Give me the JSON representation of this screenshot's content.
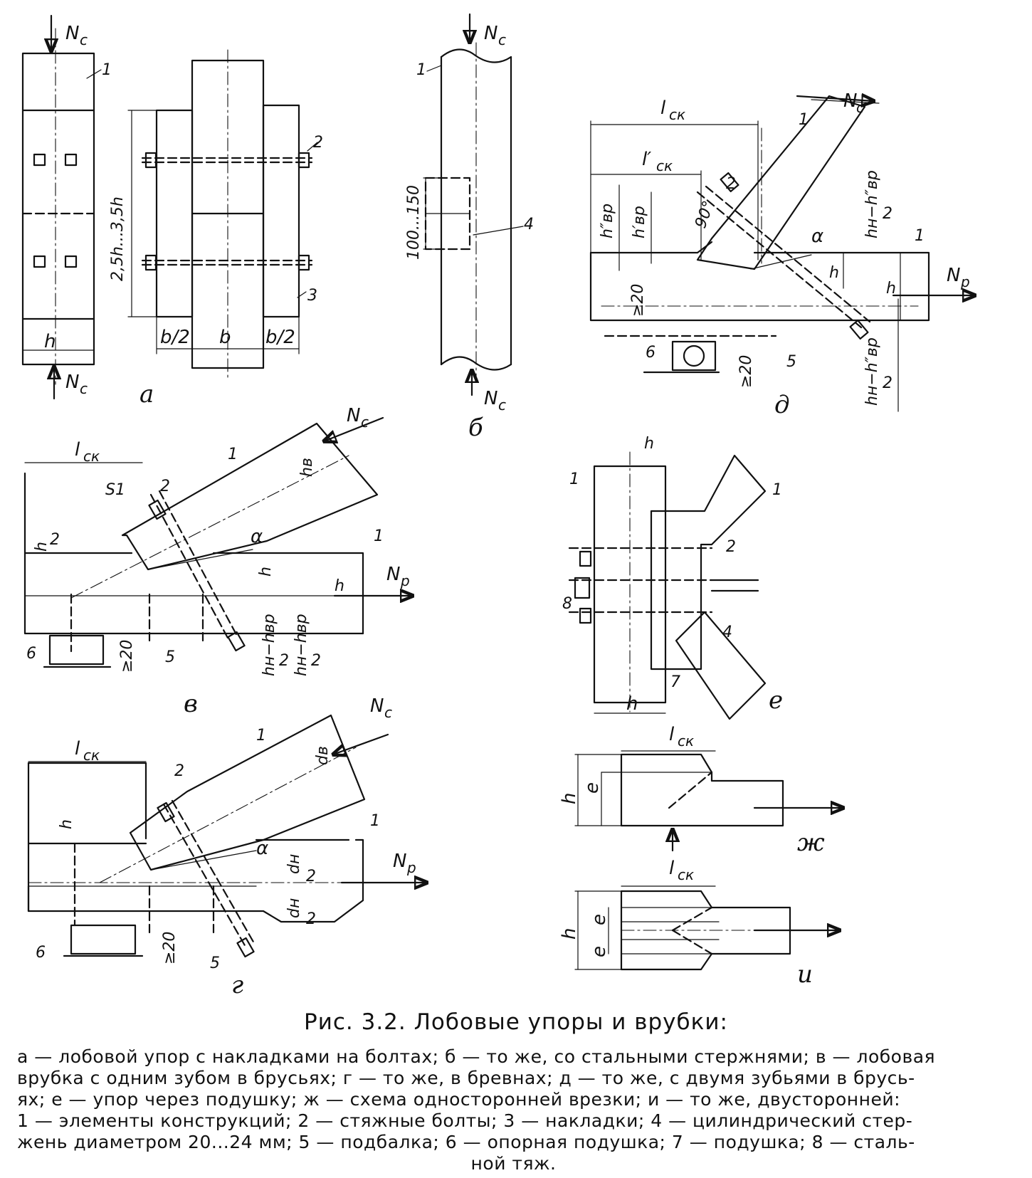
{
  "figure": {
    "caption": "Рис. 3.2. Лобовые упоры и врубки:",
    "legend_lines": [
      "а — лобовой упор с накладками на болтах; б — то же, со стальными стержнями; в — лобовая",
      "врубка с одним зубом в брусьях; г — то же, в бревнах; д — то же, с двумя зубьями в брусь-",
      "ях; е — упор через подушку; ж — схема односторонней врезки; и — то же, двусторонней:",
      "1 — элементы конструкций; 2 — стяжные болты; 3 — накладки; 4 — цилиндрический стер-",
      "жень диаметром 20...24 мм; 5 — подбалка; 6 — опорная подушка; 7 — подушка; 8 — сталь-",
      "ной тяж."
    ]
  },
  "views": {
    "a": "а",
    "b": "б",
    "v": "в",
    "g": "г",
    "d": "д",
    "e": "е",
    "zh": "ж",
    "i": "и"
  },
  "labels": {
    "Nc": "N",
    "Nc_sub": "c",
    "Np": "N",
    "Np_sub": "p",
    "h": "h",
    "b": "b",
    "b_half": "b/2",
    "range_25_35": "2,5h...3,5h",
    "range_100_150": "100...150",
    "lck": "l",
    "lck_sub": "ск",
    "lck_prime": "l′",
    "hvr": "h",
    "hvr_sub": "вр",
    "hn": "h",
    "hn_sub": "н",
    "hvr_prime": "h′вр",
    "hvr_dprime": "h″вр",
    "hn_minus_hvr_dprime": "hн−h″вр",
    "hn_minus_hvr": "hн−hвр",
    "two": "2",
    "alpha": "α",
    "deg90": "90°",
    "ge20": "≥20",
    "s1": "S1",
    "hv": "hв",
    "dv": "dв",
    "dn": "dн",
    "e": "e"
  },
  "markers": {
    "n1": "1",
    "n2": "2",
    "n3": "3",
    "n4": "4",
    "n5": "5",
    "n6": "6",
    "n7": "7",
    "n8": "8"
  }
}
